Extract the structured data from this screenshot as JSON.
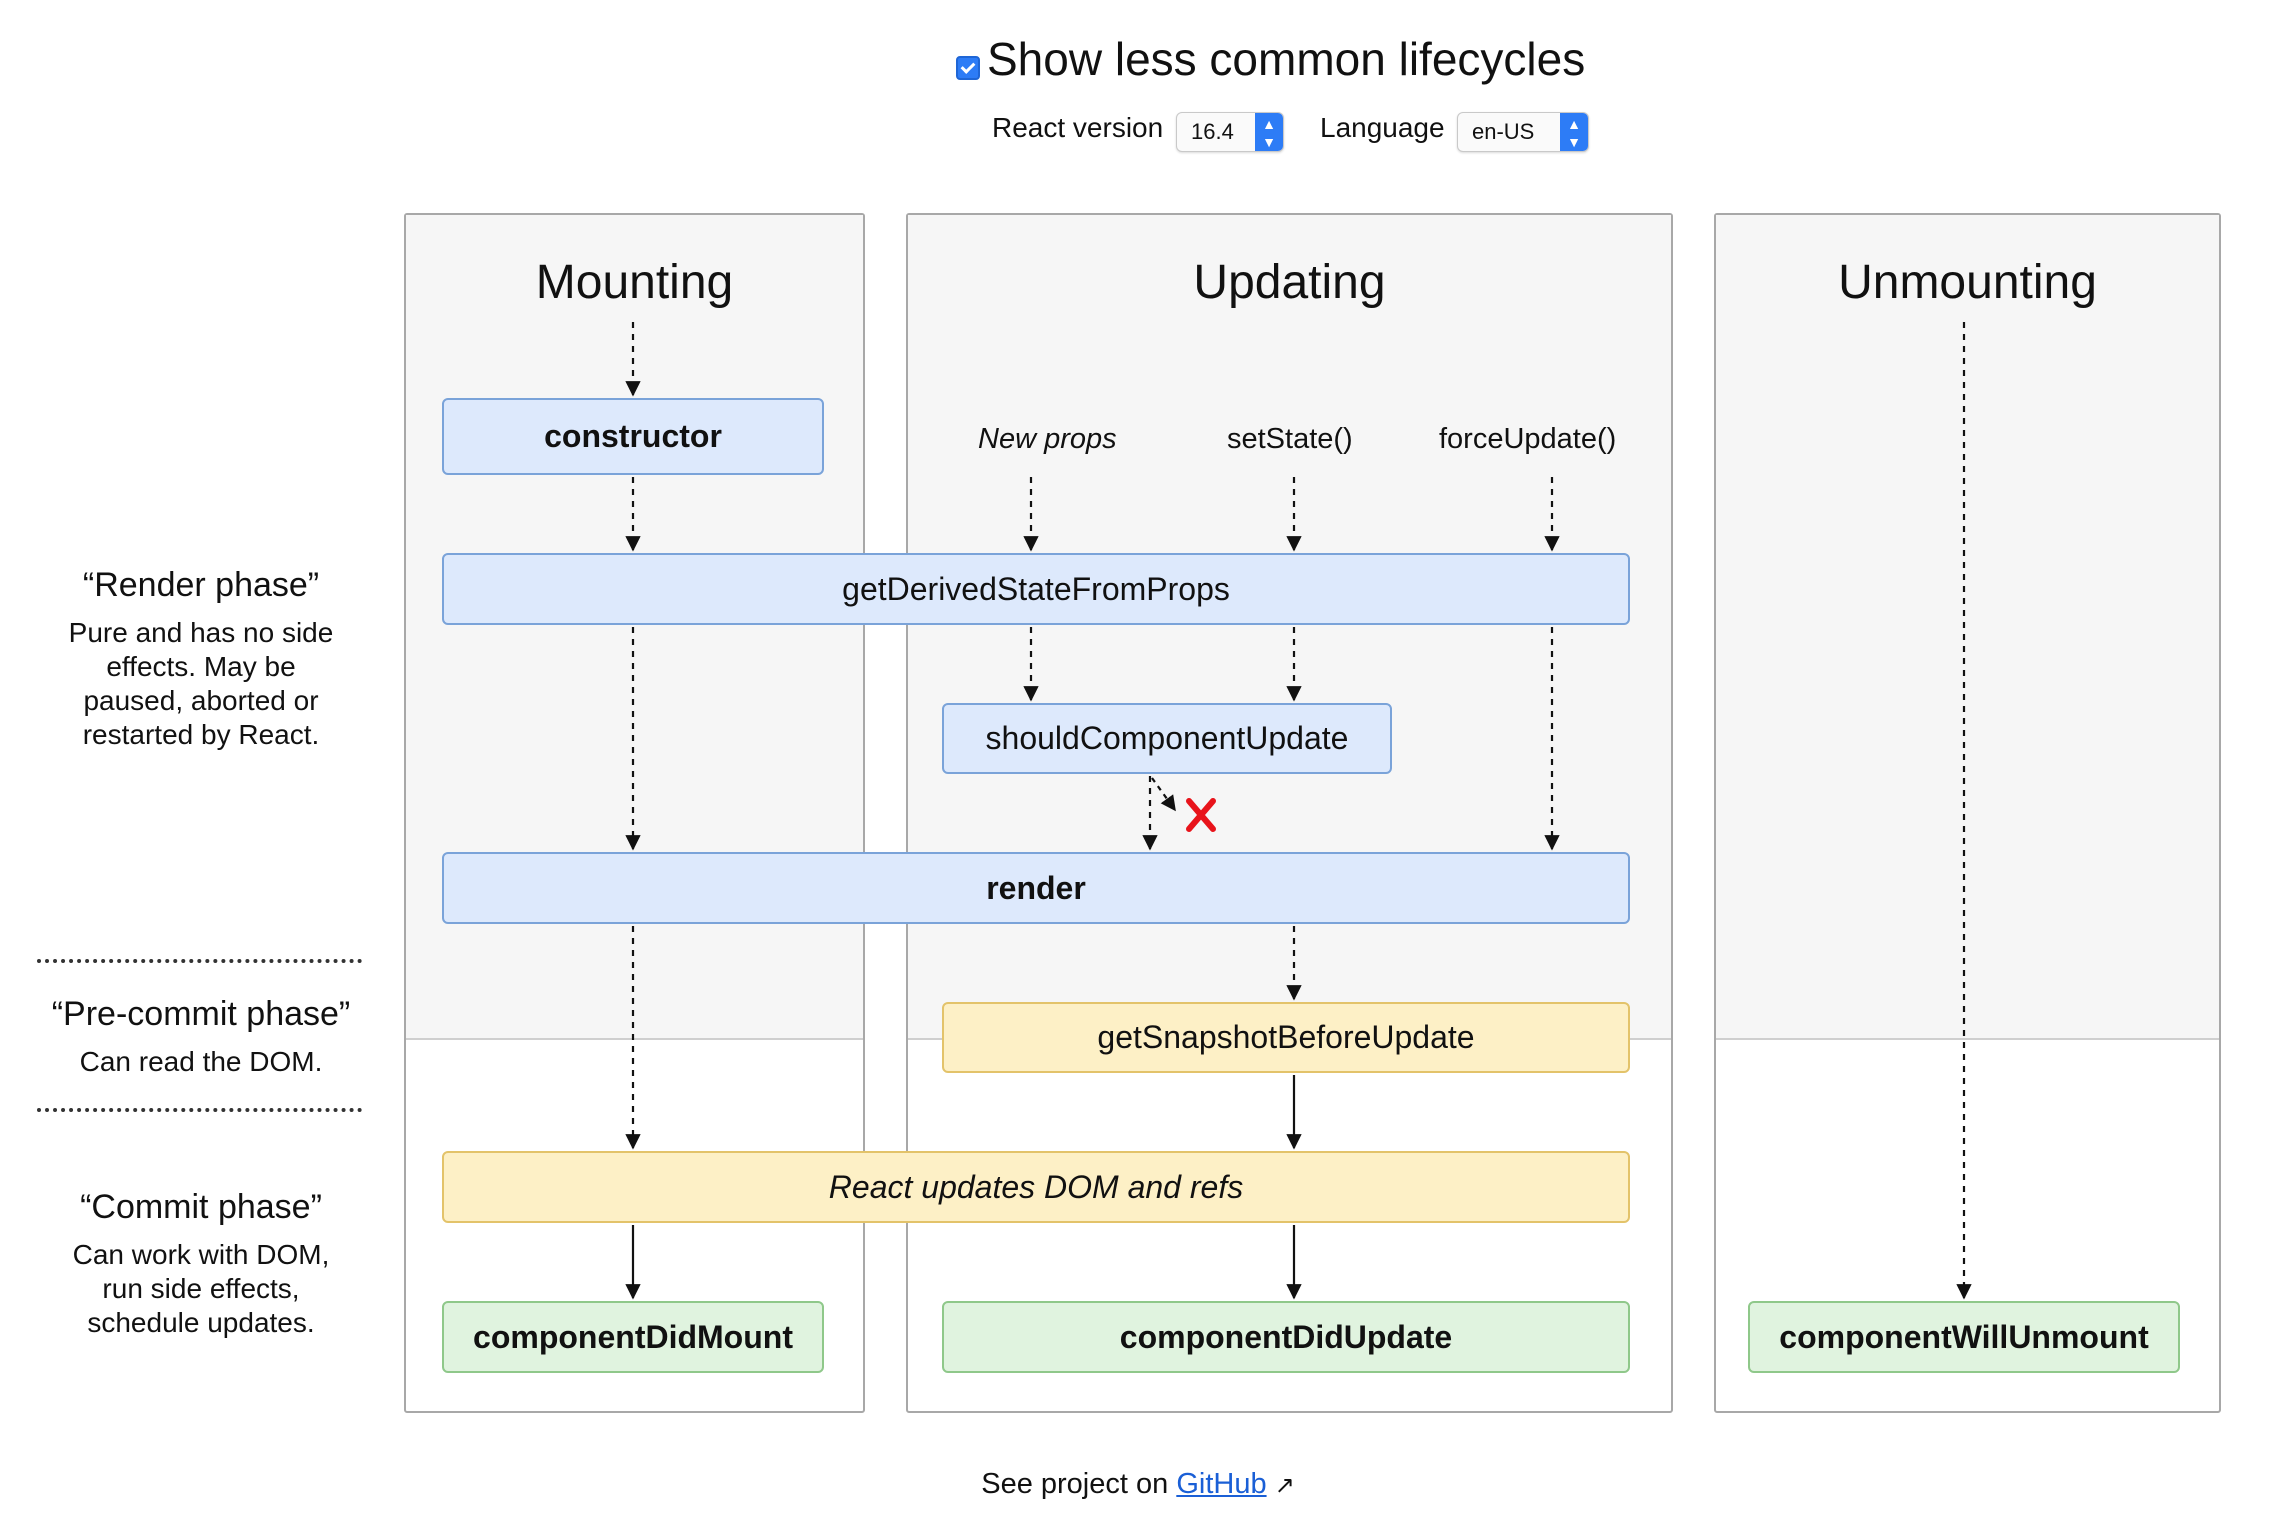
{
  "header": {
    "checkbox_label": "Show less common lifecycles",
    "checkbox_checked": true,
    "react_version_label": "React version",
    "react_version_value": "16.4",
    "language_label": "Language",
    "language_value": "en-US",
    "select_arrows": "⌃⌄"
  },
  "phases": {
    "render": {
      "title": "“Render phase”",
      "description": "Pure and has no side effects. May be paused, aborted or restarted by React."
    },
    "precommit": {
      "title": "“Pre-commit phase”",
      "description": "Can read the DOM."
    },
    "commit": {
      "title": "“Commit phase”",
      "description": "Can work with DOM, run side effects, schedule updates."
    }
  },
  "columns": {
    "mounting": "Mounting",
    "updating": "Updating",
    "unmounting": "Unmounting"
  },
  "triggers": {
    "new_props": "New props",
    "set_state": "setState()",
    "force_update": "forceUpdate()"
  },
  "methods": {
    "constructor": "constructor",
    "get_derived_state": "getDerivedStateFromProps",
    "should_component_update": "shouldComponentUpdate",
    "render": "render",
    "get_snapshot": "getSnapshotBeforeUpdate",
    "react_updates_dom": "React updates DOM and refs",
    "component_did_mount": "componentDidMount",
    "component_did_update": "componentDidUpdate",
    "component_will_unmount": "componentWillUnmount"
  },
  "footer": {
    "prefix": "See project on ",
    "link": "GitHub",
    "external_icon": "↗"
  },
  "colors": {
    "render_box": "#dde9fc",
    "precommit_box": "#fdf0c6",
    "commit_box": "#e0f3df",
    "accent": "#2d7cf6",
    "stop_mark": "#e8141b"
  }
}
